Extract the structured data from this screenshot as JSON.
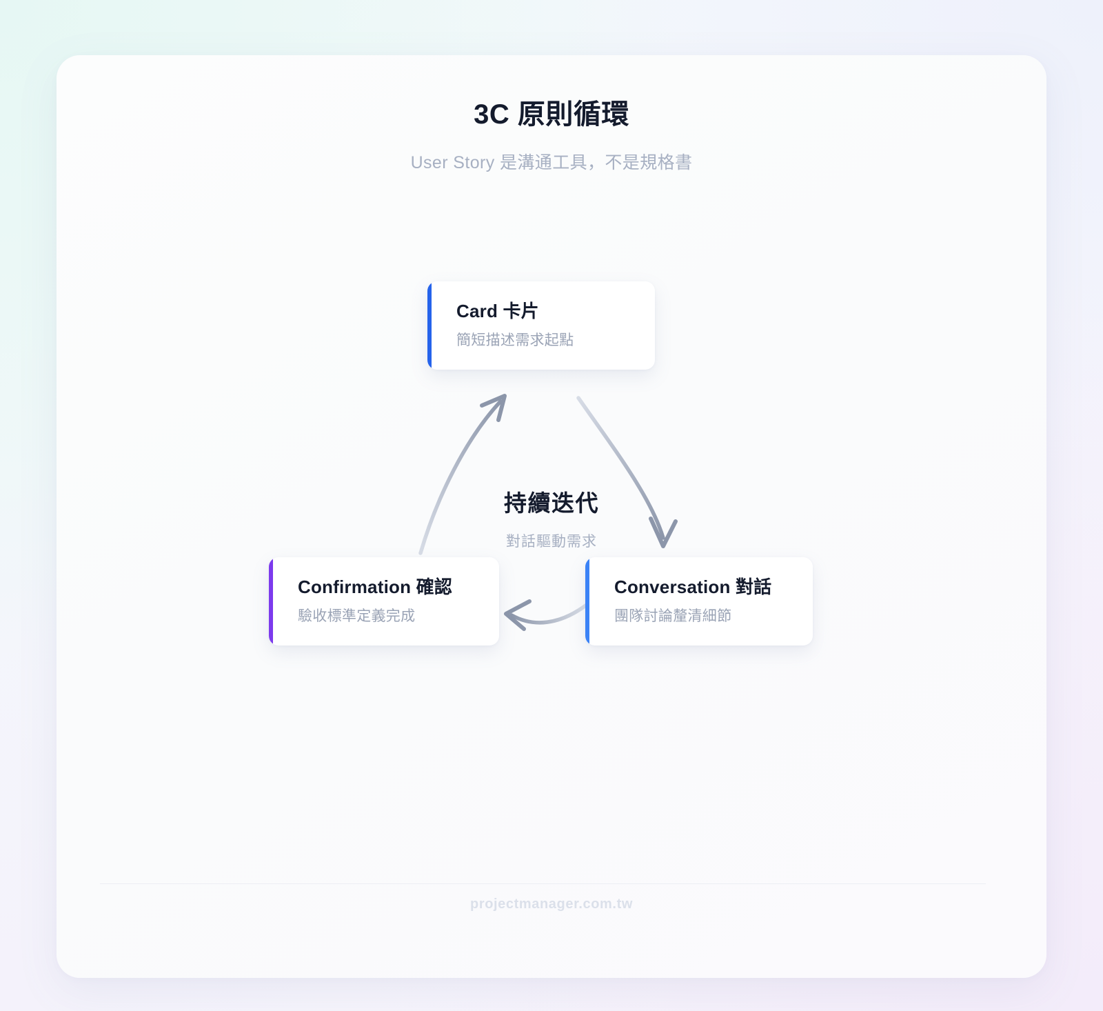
{
  "header": {
    "title": "3C 原則循環",
    "subtitle": "User Story 是溝通工具，不是規格書"
  },
  "center": {
    "title": "持續迭代",
    "subtitle": "對話驅動需求"
  },
  "cards": [
    {
      "id": "card",
      "title": "Card 卡片",
      "description": "簡短描述需求起點",
      "accent": "#2563eb"
    },
    {
      "id": "confirmation",
      "title": "Confirmation 確認",
      "description": "驗收標準定義完成",
      "accent": "#7c3aed"
    },
    {
      "id": "conversation",
      "title": "Conversation 對話",
      "description": "團隊討論釐清細節",
      "accent": "#3b82f6"
    }
  ],
  "arrows": [
    {
      "id": "card-to-conversation",
      "label": "",
      "color": "#c3cad8"
    },
    {
      "id": "conversation-to-confirmation",
      "label": "",
      "color": "#c3cad8"
    },
    {
      "id": "confirmation-to-card",
      "label": "",
      "color": "#c3cad8"
    }
  ],
  "footer": {
    "text": "projectmanager.com.tw"
  },
  "colors": {
    "title_text": "#141b2d",
    "muted_text": "#a7b0c2",
    "arrow": "#c3cad8",
    "panel_bg": "#fbfcfd"
  }
}
